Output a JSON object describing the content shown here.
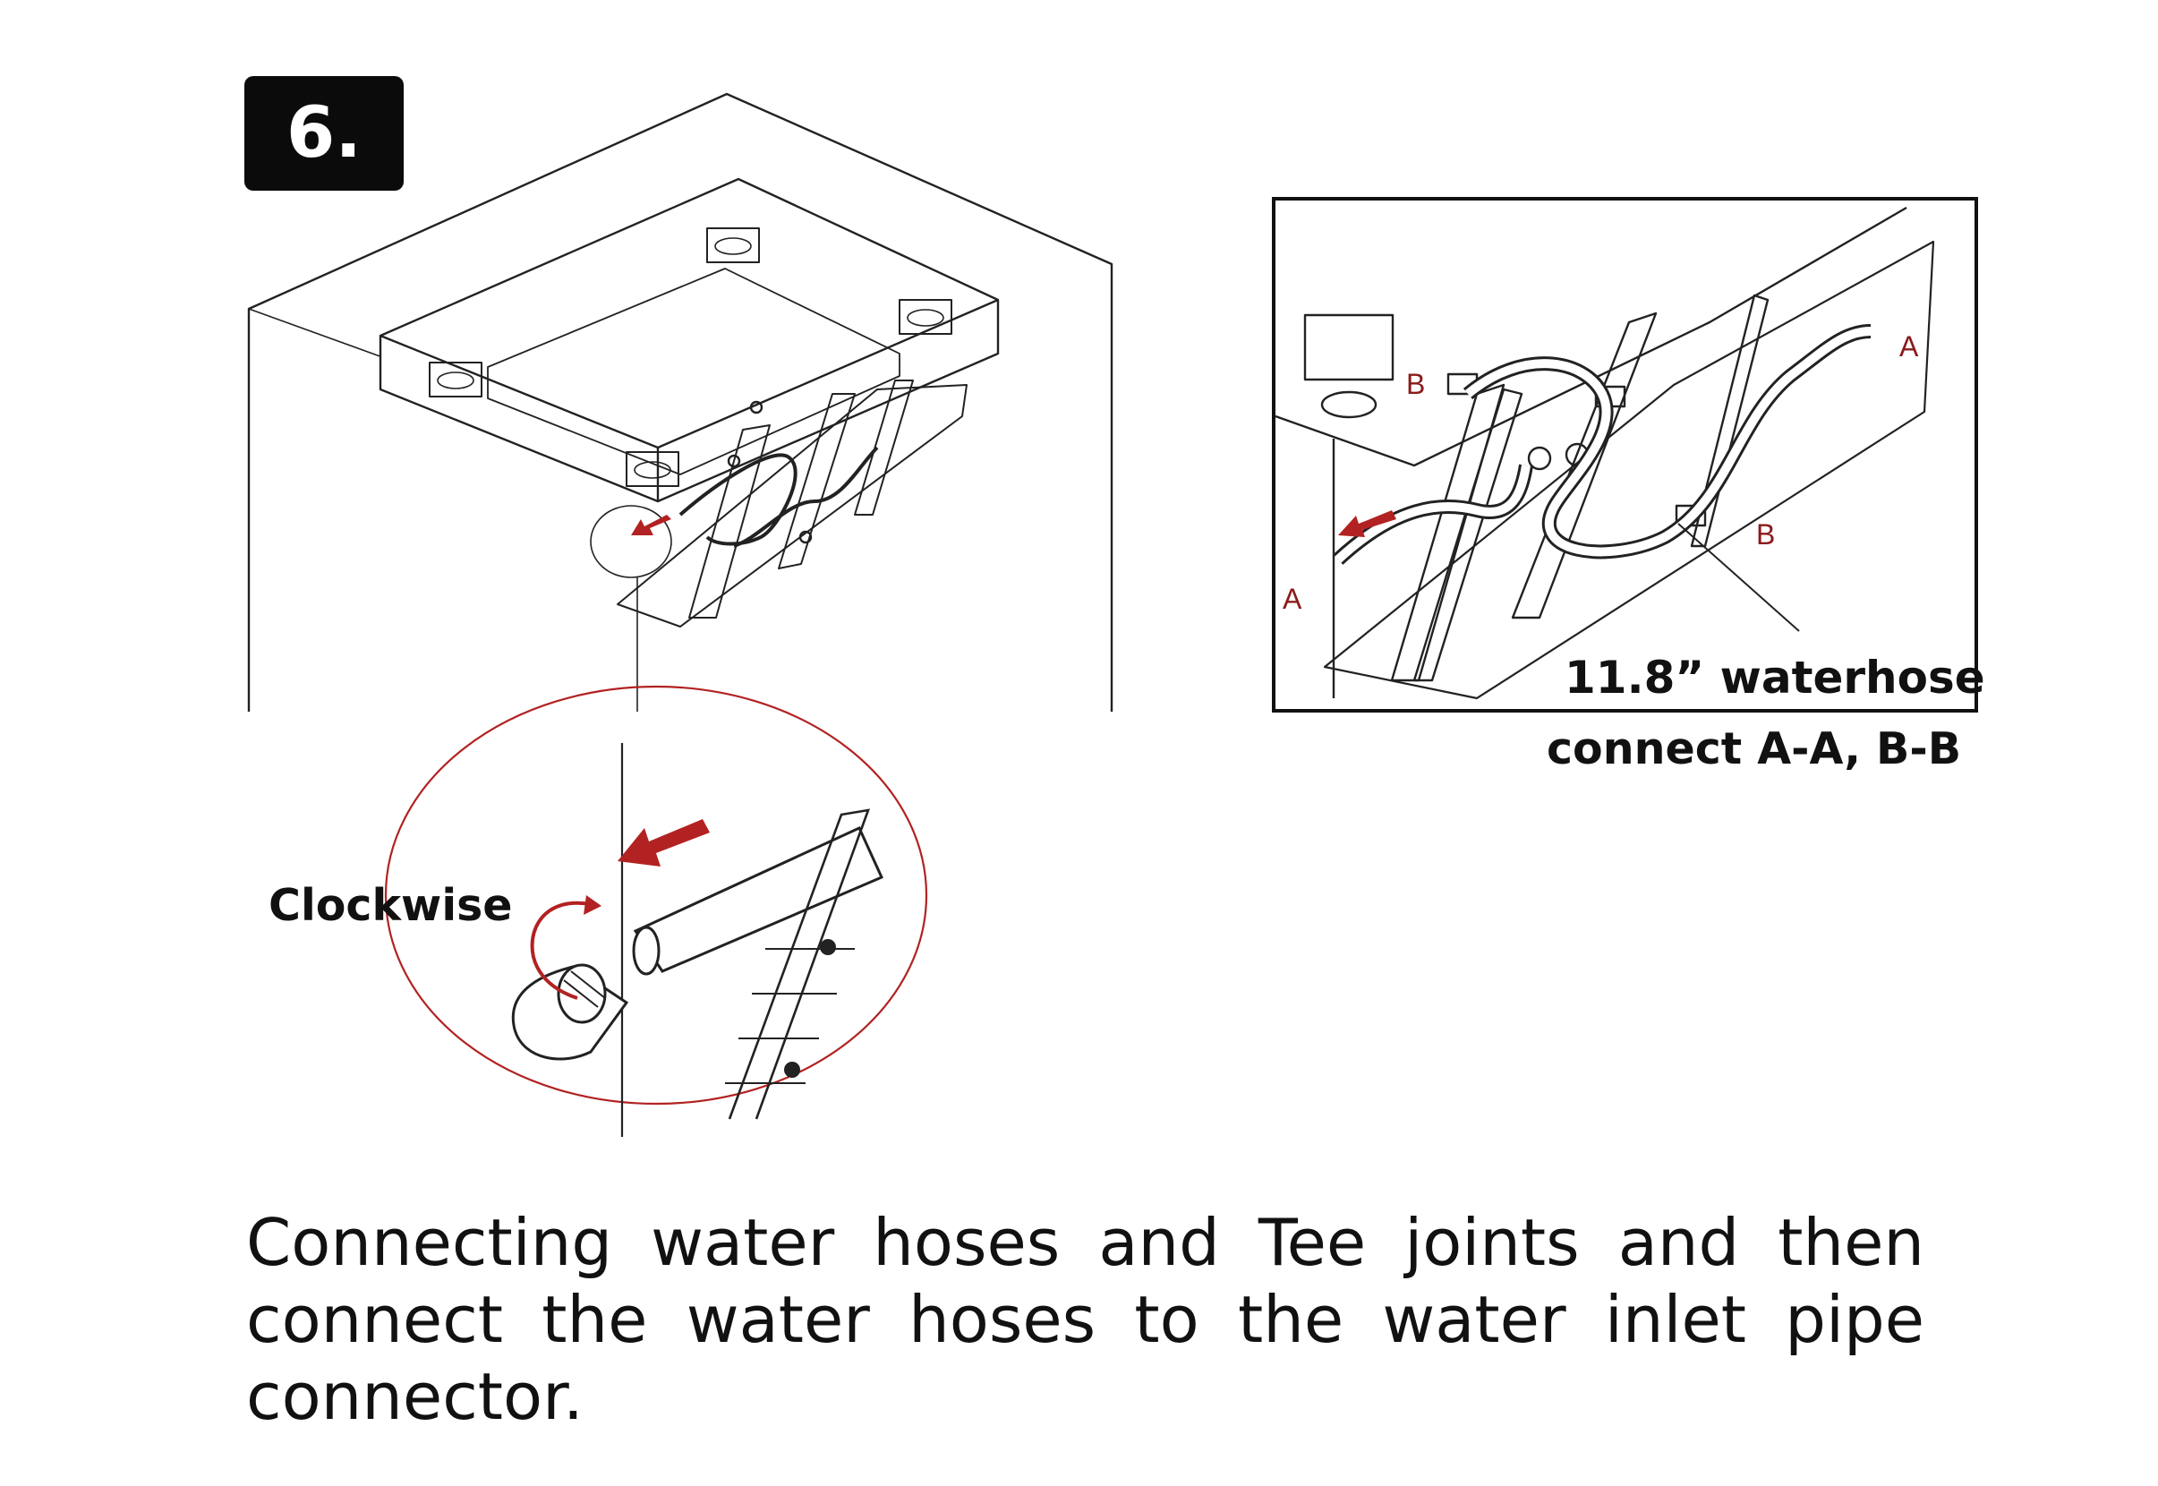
{
  "step": {
    "number": "6."
  },
  "labels": {
    "clockwise": "Clockwise",
    "hose_length": "11.8” waterhose",
    "connect": "connect A-A, B-B",
    "point_a": "A",
    "point_b": "B"
  },
  "caption": "Connecting water hoses and Tee joints and then connect the water hoses to the water inlet pipe connector.",
  "colors": {
    "accent_red": "#b22222",
    "ink": "#111111",
    "badge_bg": "#0b0b0b"
  }
}
